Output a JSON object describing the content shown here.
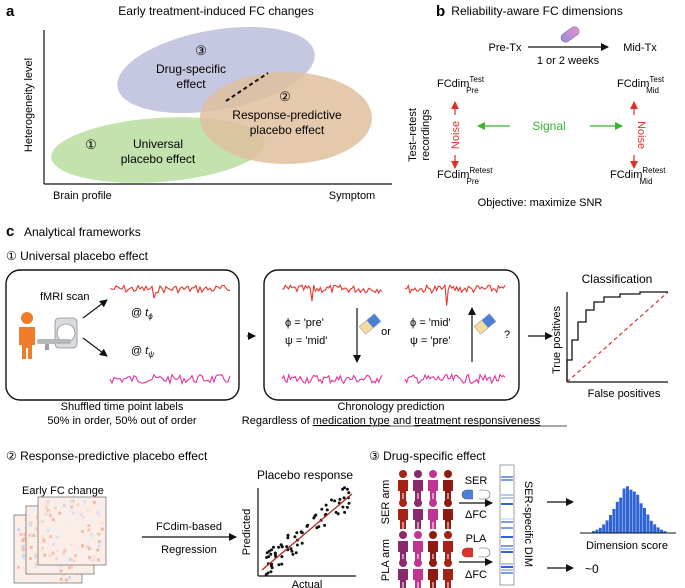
{
  "panel_a": {
    "letter": "a",
    "title": "Early treatment-induced FC changes",
    "ylabel": "Heterogeneity level",
    "xlabel_left": "Brain profile",
    "xlabel_right": "Symptom",
    "ellipse_drug": {
      "num": "③",
      "line1": "Drug-specific",
      "line2": "effect",
      "color": "#c5c8e0"
    },
    "ellipse_response": {
      "num": "②",
      "line1": "Response-predictive",
      "line2": "placebo effect",
      "color": "#dfbf9f"
    },
    "ellipse_universal": {
      "num": "①",
      "line1": "Universal",
      "line2": "placebo effect",
      "color": "#bcdfa4"
    }
  },
  "panel_b": {
    "letter": "b",
    "title": "Reliability-aware FC dimensions",
    "pre_tx": "Pre-Tx",
    "mid_tx": "Mid-Tx",
    "interval": "1 or 2 weeks",
    "fcdim": "FCdim",
    "test_sup": "Test",
    "retest_sup": "Retest",
    "pre_sub": "Pre",
    "mid_sub": "Mid",
    "side_label_1": "Test–retest",
    "side_label_2": "recordings",
    "noise": "Noise",
    "signal": "Signal",
    "objective": "Objective: maximize SNR",
    "noise_color": "#e0302a",
    "signal_color": "#36b531"
  },
  "panel_c": {
    "letter": "c",
    "title": "Analytical frameworks",
    "sub1": {
      "heading": "① Universal placebo effect",
      "fmri": "fMRI scan",
      "at": "@",
      "t": "t",
      "phi": "ϕ",
      "psi": "ψ",
      "shuffle_caption_1": "Shuffled time point labels",
      "shuffle_caption_2": "50% in order, 50% out of order",
      "order1_phi": "ϕ = 'pre'",
      "order1_psi": "ψ = 'mid'",
      "or": "or",
      "order2_phi": "ϕ = 'mid'",
      "order2_psi": "ψ = 'pre'",
      "question": "?",
      "chronology_1": "Chronology prediction",
      "chronology_2a": "Regardless of ",
      "chronology_2b": "medication type",
      "chronology_2c": " and ",
      "chronology_2d": "treatment responsiveness",
      "classification": "Classification",
      "true_positives": "True positives",
      "false_positives": "False positives",
      "signal_color_red": "#e8352d",
      "signal_color_pink": "#e3339e",
      "person_color": "#f07c2a"
    },
    "sub2": {
      "heading": "② Response-predictive placebo effect",
      "early_fc": "Early FC change",
      "method_1": "FCdim-based",
      "method_2": "Regression",
      "plot_title": "Placebo response",
      "ylabel": "Predicted",
      "xlabel": "Actual"
    },
    "sub3": {
      "heading": "③ Drug-specific effect",
      "ser_arm": "SER arm",
      "pla_arm": "PLA arm",
      "ser": "SER",
      "pla": "PLA",
      "delta_fc": "ΔFC",
      "dim_label": "SER-specific DIM",
      "dimension_score": "Dimension score",
      "approx_zero": "~0",
      "bar_color": "#2f64d8"
    }
  }
}
